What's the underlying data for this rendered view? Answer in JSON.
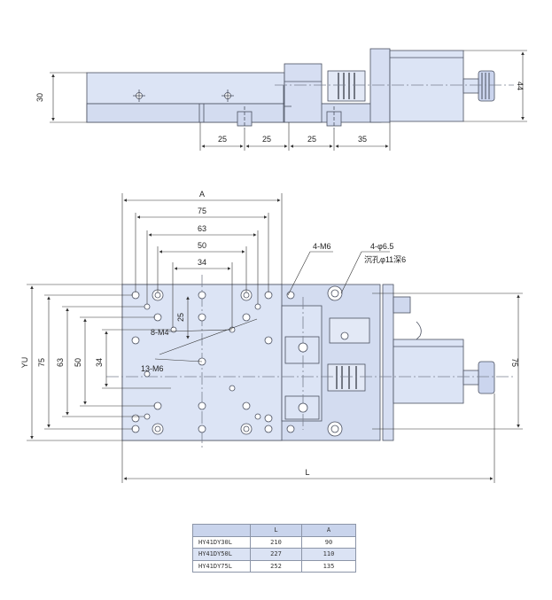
{
  "side_view": {
    "height_dim": "30",
    "motor_dim": "44",
    "bottom_dims": [
      "25",
      "25",
      "25",
      "35"
    ]
  },
  "top_view": {
    "dim_A": "A",
    "top_dims": [
      "75",
      "63",
      "50",
      "34"
    ],
    "left_dims": [
      "YU",
      "75",
      "63",
      "50",
      "34"
    ],
    "inner_dim": "25",
    "right_dim": "75",
    "length_dim": "L",
    "callouts": {
      "m4": "8-M4",
      "m6_13": "13-M6",
      "m6_4": "4-M6",
      "hole_dia": "4-φ6.5",
      "counterbore": "沉孔φ11深6"
    }
  },
  "spec_table": {
    "headers": [
      "",
      "L",
      "A"
    ],
    "rows": [
      {
        "model": "HY41DY30L",
        "L": "210",
        "A": "90"
      },
      {
        "model": "HY41DY50L",
        "L": "227",
        "A": "110"
      },
      {
        "model": "HY41DY75L",
        "L": "252",
        "A": "135"
      }
    ]
  },
  "colors": {
    "body_fill": "#dce4f5",
    "body_shade": "#c5d0ea",
    "line": "#4a5060",
    "header_fill": "#c9d4ec"
  }
}
